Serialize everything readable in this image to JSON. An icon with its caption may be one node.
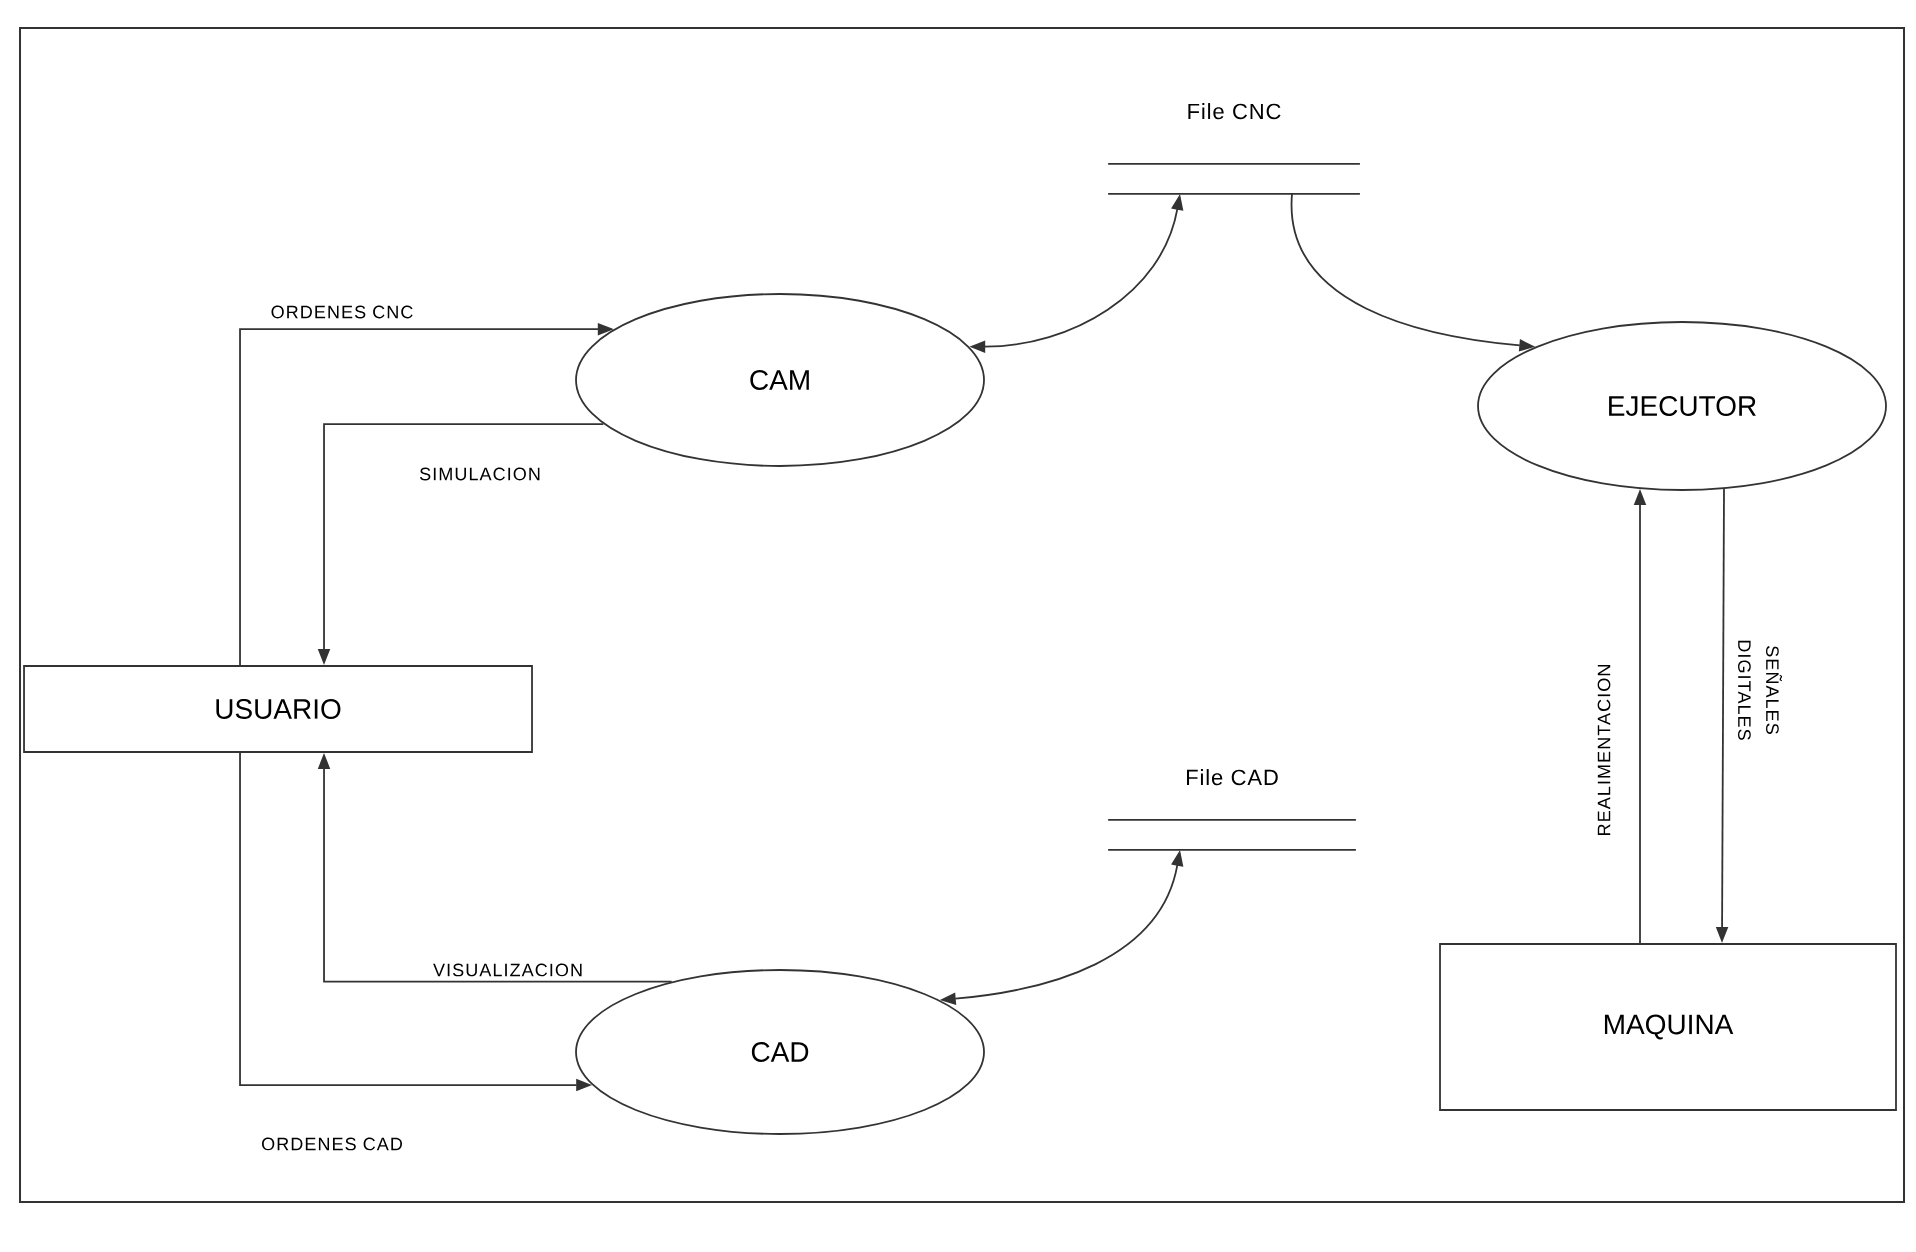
{
  "diagram": {
    "nodes": [
      {
        "text": [
          "USUARIO"
        ]
      },
      {
        "text": [
          "CAM"
        ]
      },
      {
        "text": [
          "File CNC"
        ]
      },
      {
        "text": [
          "EJECUTOR"
        ]
      },
      {
        "text": [
          "CAD"
        ]
      },
      {
        "text": [
          "File CAD"
        ]
      },
      {
        "text": [
          "MAQUINA"
        ]
      }
    ],
    "edges": [
      {
        "from": 0,
        "to": 1,
        "arrow": "to",
        "label": "ORDENES CNC"
      },
      {
        "from": 1,
        "to": 0,
        "arrow": "to",
        "label": "SIMULACION"
      },
      {
        "from": 1,
        "to": 2,
        "arrow": "both"
      },
      {
        "from": 2,
        "to": 3,
        "arrow": "to"
      },
      {
        "from": 3,
        "to": 6,
        "arrow": "to",
        "label": "SEÑALES DIGITALES"
      },
      {
        "from": 6,
        "to": 3,
        "arrow": "to",
        "label": "REALIMENTACION"
      },
      {
        "from": 4,
        "to": 0,
        "arrow": "to",
        "label": "VISUALIZACION"
      },
      {
        "from": 0,
        "to": 4,
        "arrow": "to",
        "label": "ORDENES CAD"
      },
      {
        "from": 4,
        "to": 5,
        "arrow": "both"
      }
    ]
  }
}
